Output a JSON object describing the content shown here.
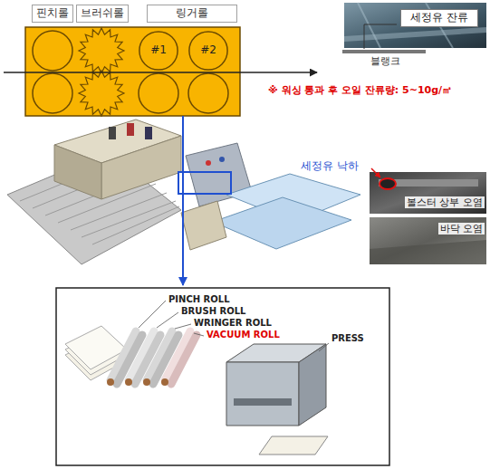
{
  "diagram": {
    "nodes": [
      {
        "text": [
          "핀치롤"
        ]
      },
      {
        "text": [
          "브러쉬롤"
        ]
      },
      {
        "text": [
          "링거롤"
        ]
      },
      {
        "text": [
          "#1"
        ]
      },
      {
        "text": [
          "#2"
        ]
      },
      {
        "text": [
          "세정유 잔류"
        ]
      }
    ],
    "labels": [
      "블랭크",
      "※ 워싱 통과 후 오일 잔류량: 5~10g/㎡",
      "세정유 낙하",
      "볼스터 상부 오염",
      "바닥 오염",
      "PINCH ROLL",
      "BRUSH ROLL",
      "WRINGER ROLL",
      "VACUUM ROLL",
      "PRESS"
    ]
  }
}
